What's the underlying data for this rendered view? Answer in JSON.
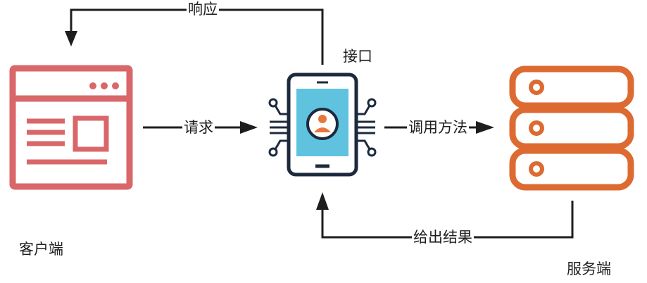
{
  "nodes": {
    "client": {
      "label": "客户端",
      "icon": "browser-window-icon",
      "color": "#d9676a"
    },
    "interface": {
      "label": "接口",
      "icon": "smartphone-chip-icon",
      "screen_color": "#5fc3e0",
      "accent_color": "#e8763a",
      "frame_color": "#1d2a3d"
    },
    "server": {
      "label": "服务端",
      "icon": "server-stack-icon",
      "color": "#dd6a31"
    }
  },
  "edges": {
    "request": {
      "label": "请求"
    },
    "call_method": {
      "label": "调用方法"
    },
    "return_result": {
      "label": "给出结果"
    },
    "response": {
      "label": "响应"
    }
  }
}
